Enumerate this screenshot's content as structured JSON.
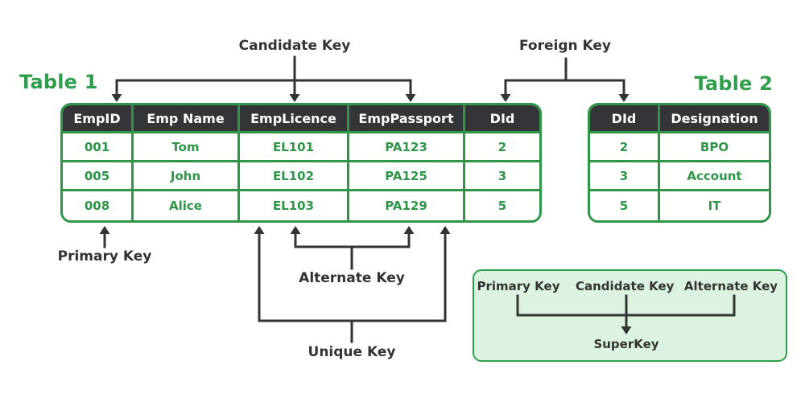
{
  "diagram": {
    "colors": {
      "green": "#2e9549",
      "title_green": "#2f9e4c",
      "header_bg": "#333538",
      "arrow_dark": "#333333",
      "superkey_box_fill": "#ddf3e2"
    },
    "table1": {
      "title": "Table 1",
      "headers": [
        "EmpID",
        "Emp Name",
        "EmpLicence",
        "EmpPassport",
        "DId"
      ],
      "rows": [
        [
          "001",
          "Tom",
          "EL101",
          "PA123",
          "2"
        ],
        [
          "005",
          "John",
          "EL102",
          "PA125",
          "3"
        ],
        [
          "008",
          "Alice",
          "EL103",
          "PA129",
          "5"
        ]
      ]
    },
    "table2": {
      "title": "Table 2",
      "headers": [
        "DId",
        "Designation"
      ],
      "rows": [
        [
          "2",
          "BPO"
        ],
        [
          "3",
          "Account"
        ],
        [
          "5",
          "IT"
        ]
      ]
    },
    "annotations": {
      "candidate_key": "Candidate Key",
      "foreign_key": "Foreign Key",
      "primary_key": "Primary Key",
      "alternate_key": "Alternate Key",
      "unique_key": "Unique Key"
    },
    "superkey_box": {
      "items": [
        "Primary Key",
        "Candidate Key",
        "Alternate Key"
      ],
      "result": "SuperKey"
    }
  }
}
